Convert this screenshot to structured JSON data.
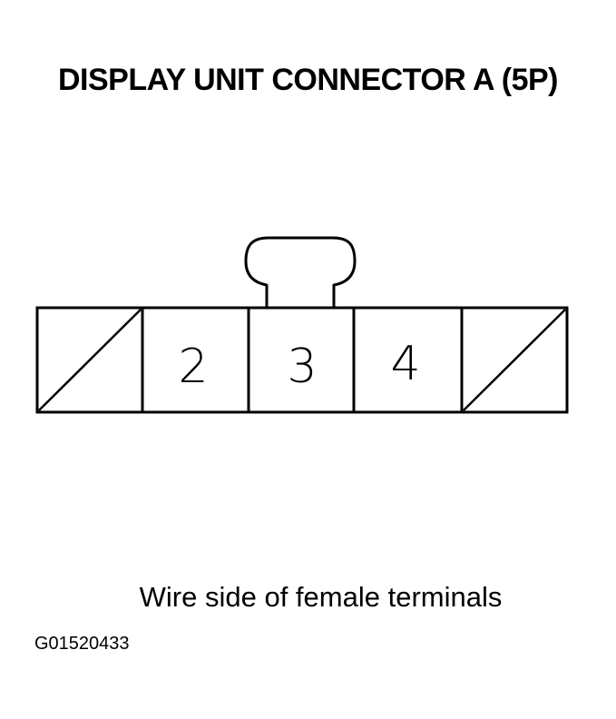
{
  "title": "DISPLAY UNIT CONNECTOR A (5P)",
  "cavities": [
    {
      "label": "",
      "empty": true
    },
    {
      "label": "2",
      "empty": false
    },
    {
      "label": "3",
      "empty": false
    },
    {
      "label": "4",
      "empty": false
    },
    {
      "label": "",
      "empty": true
    }
  ],
  "caption": "Wire side of female terminals",
  "figure_id": "G01520433",
  "colors": {
    "line": "#000000",
    "background": "#ffffff"
  }
}
